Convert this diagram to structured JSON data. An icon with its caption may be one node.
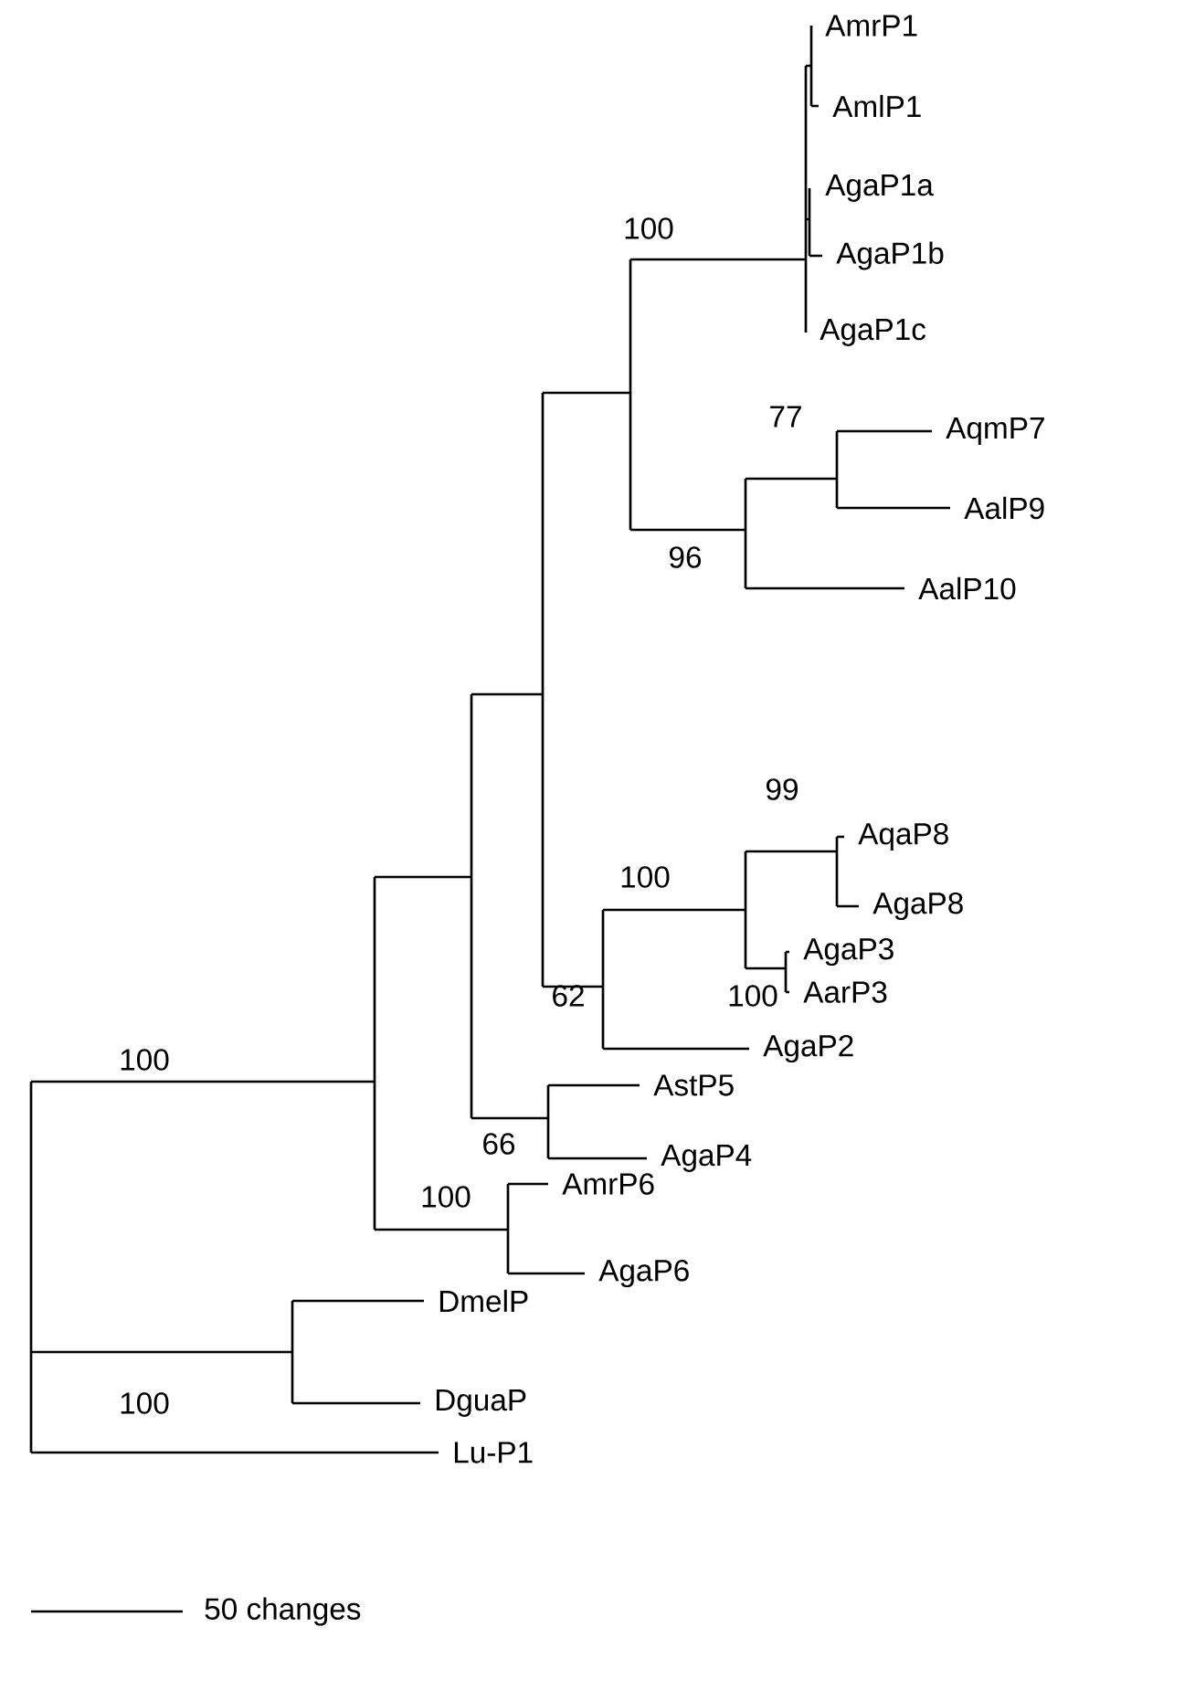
{
  "diagram": {
    "nodes": [
      {
        "text": [
          "AmrP1"
        ]
      },
      {
        "text": [
          "AmlP1"
        ]
      },
      {
        "text": [
          "AgaP1a"
        ]
      },
      {
        "text": [
          "AgaP1b"
        ]
      },
      {
        "text": [
          "AgaP1c"
        ]
      },
      {
        "text": [
          "AqmP7"
        ]
      },
      {
        "text": [
          "AalP9"
        ]
      },
      {
        "text": [
          "AalP10"
        ]
      },
      {
        "text": [
          "AqaP8"
        ]
      },
      {
        "text": [
          "AgaP8"
        ]
      },
      {
        "text": [
          "AgaP3"
        ]
      },
      {
        "text": [
          "AarP3"
        ]
      },
      {
        "text": [
          "AgaP2"
        ]
      },
      {
        "text": [
          "AstP5"
        ]
      },
      {
        "text": [
          "AgaP4"
        ]
      },
      {
        "text": [
          "AmrP6"
        ]
      },
      {
        "text": [
          "AgaP6"
        ]
      },
      {
        "text": [
          "DmelP"
        ]
      },
      {
        "text": [
          "DguaP"
        ]
      },
      {
        "text": [
          "Lu-P1"
        ]
      }
    ],
    "labels": [
      "100",
      "77",
      "96",
      "99",
      "100",
      "62",
      "100",
      "66",
      "100",
      "100",
      "100",
      "50 changes"
    ]
  }
}
